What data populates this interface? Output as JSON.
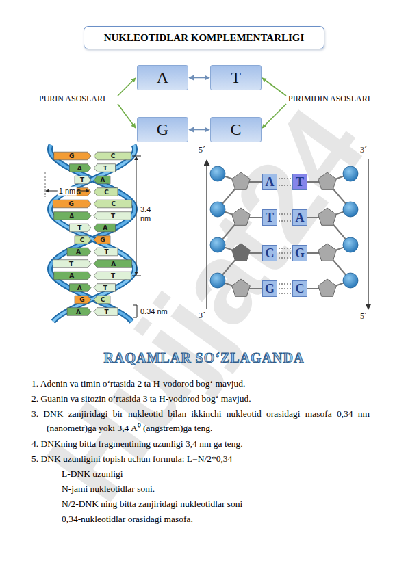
{
  "diagram": {
    "title": "NUKLEOTIDLAR KOMPLEMENTARLIGI",
    "nodes": [
      {
        "text": [
          "A"
        ]
      },
      {
        "text": [
          "T"
        ]
      },
      {
        "text": [
          "G"
        ]
      },
      {
        "text": [
          "C"
        ]
      },
      {
        "text": [
          "A"
        ]
      },
      {
        "text": [
          "T"
        ]
      },
      {
        "text": [
          "T"
        ]
      },
      {
        "text": [
          "A"
        ]
      },
      {
        "text": [
          "C"
        ]
      },
      {
        "text": [
          "G"
        ]
      },
      {
        "text": [
          "G"
        ]
      },
      {
        "text": [
          "C"
        ]
      }
    ],
    "edges": [
      {
        "from": 0,
        "to": 1,
        "arrow": "both"
      },
      {
        "from": 2,
        "to": 3,
        "arrow": "both"
      },
      {
        "from": 4,
        "to": 5,
        "arrow": "none"
      },
      {
        "from": 6,
        "to": 7,
        "arrow": "none"
      },
      {
        "from": 8,
        "to": 9,
        "arrow": "none"
      },
      {
        "from": 10,
        "to": 11,
        "arrow": "none"
      }
    ],
    "labels": [
      "PURIN ASOSLARI",
      "PIRIMIDIN ASOSLARI",
      "G",
      "C",
      "A",
      "T",
      "T",
      "A",
      "G",
      "C",
      "G",
      "C",
      "A",
      "T",
      "T",
      "A",
      "C",
      "G",
      "A",
      "T",
      "T",
      "A",
      "A",
      "T",
      "A",
      "T",
      "G",
      "C",
      "A",
      "T",
      "1 nm",
      "3.4 nm",
      "0.34 nm",
      "5´",
      "3´",
      "3´",
      "5´",
      "RAQAMLAR SO‘ZLAGANDA",
      "1. Adenin va timin o‘rtasida 2 ta H-vodorod bog‘ mavjud.",
      "2. Guanin va sitozin o‘rtasida 3 ta H-vodorod bog‘ mavjud.",
      "3. DNK zanjiridagi bir nukleotid bilan ikkinchi nukleotid orasidagi masofa 0,34 nm (nanometr)ga yoki 3,4 A⁰ (angstrem)ga teng.",
      "4. DNKning bitta fragmentining uzunligi 3,4 nm ga teng.",
      "5. DNK uzunligini topish uchun formula: L=N/2*0,34",
      "L-DNK uzunligi",
      "N-jami nukleotidlar soni.",
      "N/2-DNK ning bitta zanjiridagi nukleotidlar soni",
      "0,34-nukleotidlar orasidagi masofa.",
      "Hujjat24"
    ]
  }
}
